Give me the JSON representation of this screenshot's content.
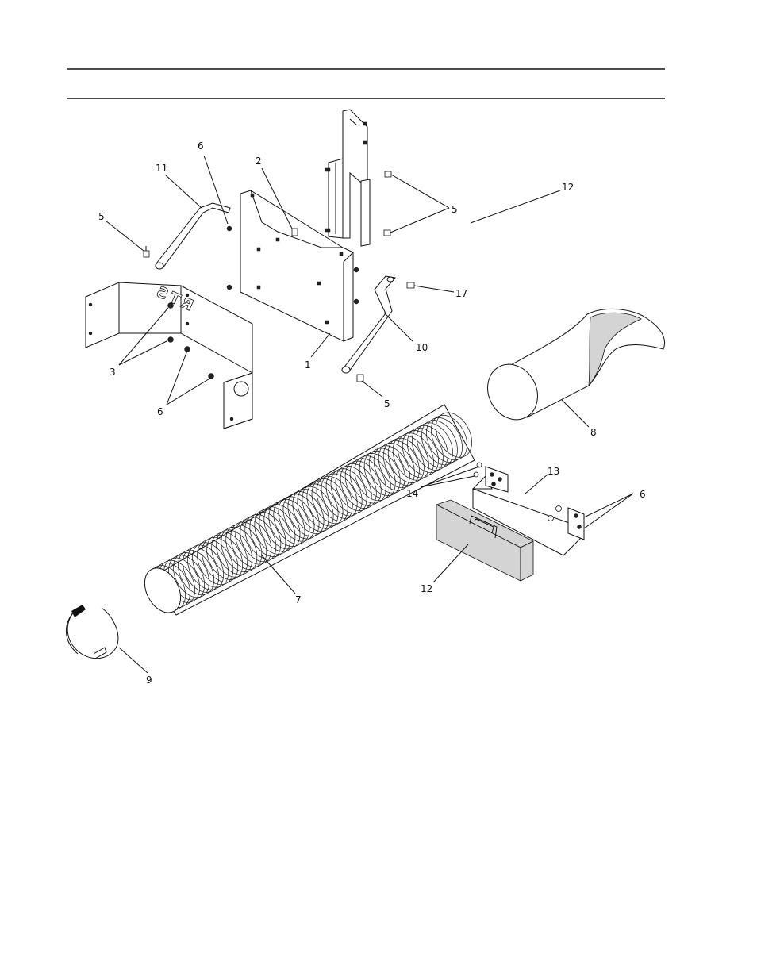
{
  "callouts": [
    {
      "id": "c-6a",
      "label": "6"
    },
    {
      "id": "c-11",
      "label": "11"
    },
    {
      "id": "c-2",
      "label": "2"
    },
    {
      "id": "c-5a",
      "label": "5"
    },
    {
      "id": "c-5b",
      "label": "5"
    },
    {
      "id": "c-12a",
      "label": "12"
    },
    {
      "id": "c-17",
      "label": "17"
    },
    {
      "id": "c-1",
      "label": "1"
    },
    {
      "id": "c-10",
      "label": "10"
    },
    {
      "id": "c-3",
      "label": "3"
    },
    {
      "id": "c-6b",
      "label": "6"
    },
    {
      "id": "c-5c",
      "label": "5"
    },
    {
      "id": "c-8",
      "label": "8"
    },
    {
      "id": "c-13",
      "label": "13"
    },
    {
      "id": "c-14",
      "label": "14"
    },
    {
      "id": "c-6c",
      "label": "6"
    },
    {
      "id": "c-12b",
      "label": "12"
    },
    {
      "id": "c-7",
      "label": "7"
    },
    {
      "id": "c-9",
      "label": "9"
    }
  ],
  "plate_lettering": "RTS"
}
